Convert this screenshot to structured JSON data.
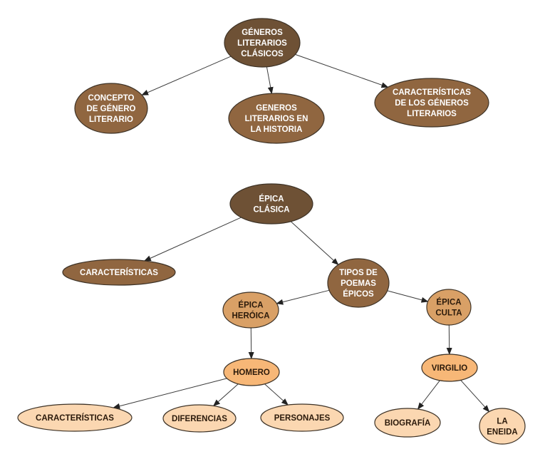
{
  "colors": {
    "dark": "#6e5135",
    "medium": "#906640",
    "light": "#d9a066",
    "pale_orange": "#f7b777",
    "peach": "#fbd7b1",
    "text_light": "#ffffff",
    "text_dark": "#2b1a0b",
    "stroke": "#3d3226",
    "edge": "#3a3a3a"
  },
  "nodes": [
    {
      "id": "generos-clasicos",
      "lines": [
        "GÉNEROS",
        "LITERARIOS",
        "CLÁSICOS"
      ],
      "tone": "dark"
    },
    {
      "id": "concepto-genero",
      "lines": [
        "CONCEPTO",
        "DE GÉNERO",
        "LITERARIO"
      ],
      "tone": "medium"
    },
    {
      "id": "generos-historia",
      "lines": [
        "GENEROS",
        "LITERARIOS EN",
        "LA HISTORIA"
      ],
      "tone": "medium"
    },
    {
      "id": "caracteristicas-generos",
      "lines": [
        "CARACTERÍSTICAS",
        "DE LOS GÉNEROS",
        "LITERARIOS"
      ],
      "tone": "medium"
    },
    {
      "id": "epica-clasica",
      "lines": [
        "ÉPICA",
        "CLÁSICA"
      ],
      "tone": "dark"
    },
    {
      "id": "caracteristicas-epica",
      "lines": [
        "CARACTERÍSTICAS"
      ],
      "tone": "medium"
    },
    {
      "id": "tipos-poemas",
      "lines": [
        "TIPOS DE",
        "POEMAS",
        "ÉPICOS"
      ],
      "tone": "medium"
    },
    {
      "id": "epica-heroica",
      "lines": [
        "ÉPICA",
        "HERÓICA"
      ],
      "tone": "light"
    },
    {
      "id": "epica-culta",
      "lines": [
        "ÉPICA",
        "CULTA"
      ],
      "tone": "light"
    },
    {
      "id": "homero",
      "lines": [
        "HOMERO"
      ],
      "tone": "pale_orange"
    },
    {
      "id": "virgilio",
      "lines": [
        "VIRGILIO"
      ],
      "tone": "pale_orange"
    },
    {
      "id": "caracteristicas-homero",
      "lines": [
        "CARACTERÍSTICAS"
      ],
      "tone": "peach"
    },
    {
      "id": "diferencias",
      "lines": [
        "DIFERENCIAS"
      ],
      "tone": "peach"
    },
    {
      "id": "personajes",
      "lines": [
        "PERSONAJES"
      ],
      "tone": "peach"
    },
    {
      "id": "biografia",
      "lines": [
        "BIOGRAFÍA"
      ],
      "tone": "peach"
    },
    {
      "id": "la-eneida",
      "lines": [
        "LA",
        "ENEIDA"
      ],
      "tone": "peach"
    }
  ],
  "edges": [
    {
      "from": "generos-clasicos",
      "to": "concepto-genero"
    },
    {
      "from": "generos-clasicos",
      "to": "generos-historia"
    },
    {
      "from": "generos-clasicos",
      "to": "caracteristicas-generos"
    },
    {
      "from": "epica-clasica",
      "to": "caracteristicas-epica"
    },
    {
      "from": "epica-clasica",
      "to": "tipos-poemas"
    },
    {
      "from": "tipos-poemas",
      "to": "epica-heroica"
    },
    {
      "from": "tipos-poemas",
      "to": "epica-culta"
    },
    {
      "from": "epica-heroica",
      "to": "homero"
    },
    {
      "from": "epica-culta",
      "to": "virgilio"
    },
    {
      "from": "homero",
      "to": "caracteristicas-homero"
    },
    {
      "from": "homero",
      "to": "diferencias"
    },
    {
      "from": "homero",
      "to": "personajes"
    },
    {
      "from": "virgilio",
      "to": "biografia"
    },
    {
      "from": "virgilio",
      "to": "la-eneida"
    }
  ]
}
